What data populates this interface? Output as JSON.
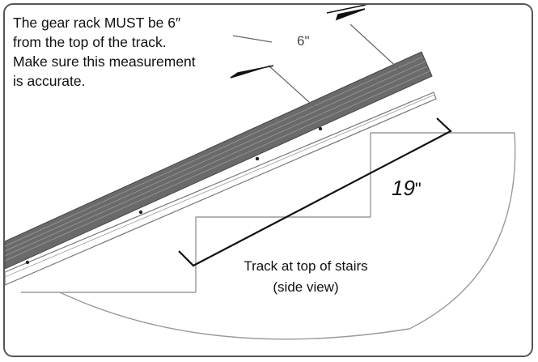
{
  "note": {
    "lines": [
      "The gear rack MUST be 6″",
      "from the top of the track.",
      "Make sure this measurement",
      "is accurate."
    ]
  },
  "dimensions": {
    "rack_offset_label": "6\"",
    "track_length_number": "19",
    "track_length_unit": "\""
  },
  "caption": {
    "lines": [
      "Track at top of stairs",
      "(side view)"
    ]
  },
  "colors": {
    "frame_border": "#555555",
    "rack_dark": "#555555",
    "outline_gray": "#9a9a9a"
  }
}
